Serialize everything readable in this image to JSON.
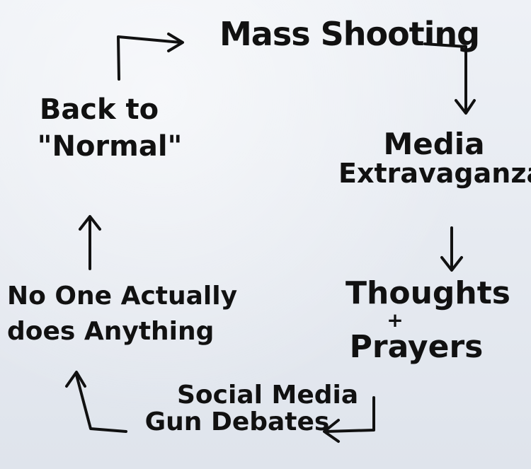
{
  "diagram": {
    "ink_color": "#111111",
    "paper_color": "#e6eaf1",
    "nodes": [
      {
        "id": "mass-shooting",
        "lines": [
          "Mass Shooting"
        ]
      },
      {
        "id": "media-extravaganza",
        "lines": [
          "Media",
          "Extravaganza"
        ]
      },
      {
        "id": "thoughts-prayers",
        "lines": [
          "Thoughts",
          "+",
          "Prayers"
        ]
      },
      {
        "id": "social-media-gun-debates",
        "lines": [
          "Social Media",
          "Gun Debates"
        ]
      },
      {
        "id": "no-one-actually-does-anything",
        "lines": [
          "No One Actually",
          "does Anything"
        ]
      },
      {
        "id": "back-to-normal",
        "lines": [
          "Back to",
          "\"Normal\""
        ]
      }
    ]
  }
}
